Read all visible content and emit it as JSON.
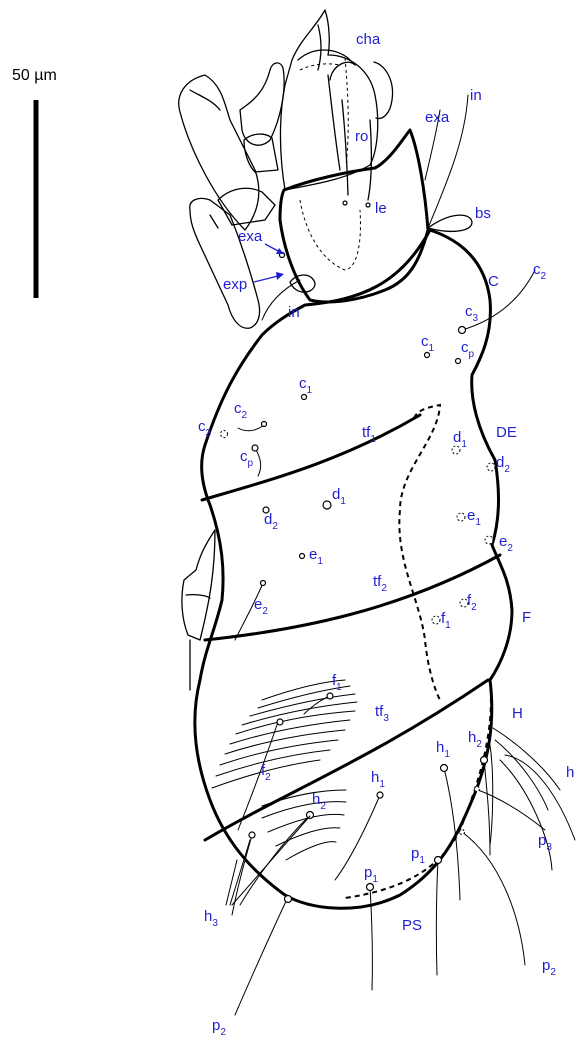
{
  "scale_bar": {
    "label": "50 µm"
  },
  "colors": {
    "label": "#1f1fd0",
    "outline": "#000000"
  },
  "labels": {
    "cha": "cha",
    "in_top": "in",
    "exa_top": "exa",
    "ro": "ro",
    "le": "le",
    "bs": "bs",
    "exa_left": "exa",
    "exp": "exp",
    "in_left": "in",
    "C": "C",
    "c2_right": {
      "base": "c",
      "sub": "2"
    },
    "c3_right": {
      "base": "c",
      "sub": "3"
    },
    "c1_right": {
      "base": "c",
      "sub": "1"
    },
    "cp_right": {
      "base": "c",
      "sub": "p"
    },
    "c1_left": {
      "base": "c",
      "sub": "1"
    },
    "c2_left": {
      "base": "c",
      "sub": "2"
    },
    "c3_left": {
      "base": "c",
      "sub": "3"
    },
    "cp_left": {
      "base": "c",
      "sub": "p"
    },
    "tf1": {
      "base": "tf",
      "sub": "1"
    },
    "DE": "DE",
    "d1_right": {
      "base": "d",
      "sub": "1"
    },
    "d2_right": {
      "base": "d",
      "sub": "2"
    },
    "d1_left": {
      "base": "d",
      "sub": "1"
    },
    "d2_left": {
      "base": "d",
      "sub": "2"
    },
    "e1_left": {
      "base": "e",
      "sub": "1"
    },
    "e1_right": {
      "base": "e",
      "sub": "1"
    },
    "e2_right": {
      "base": "e",
      "sub": "2"
    },
    "e2_left": {
      "base": "e",
      "sub": "2"
    },
    "tf2": {
      "base": "tf",
      "sub": "2"
    },
    "f2_right": {
      "base": "f",
      "sub": "2"
    },
    "f1_right": {
      "base": "f",
      "sub": "1"
    },
    "F": "F",
    "f1_left": {
      "base": "f",
      "sub": "1"
    },
    "tf3": {
      "base": "tf",
      "sub": "3"
    },
    "H": "H",
    "h_right": "h",
    "f2_left": {
      "base": "f",
      "sub": "2"
    },
    "h1_center": {
      "base": "h",
      "sub": "1"
    },
    "h1_right": {
      "base": "h",
      "sub": "1"
    },
    "h2_right": {
      "base": "h",
      "sub": "2"
    },
    "h2_left": {
      "base": "h",
      "sub": "2"
    },
    "h3_left": {
      "base": "h",
      "sub": "3"
    },
    "p3_right": {
      "base": "p",
      "sub": "3"
    },
    "p1_right": {
      "base": "p",
      "sub": "1"
    },
    "p1_center": {
      "base": "p",
      "sub": "1"
    },
    "PS": "PS",
    "p2_right": {
      "base": "p",
      "sub": "2"
    },
    "p2_left": {
      "base": "p",
      "sub": "2"
    }
  }
}
